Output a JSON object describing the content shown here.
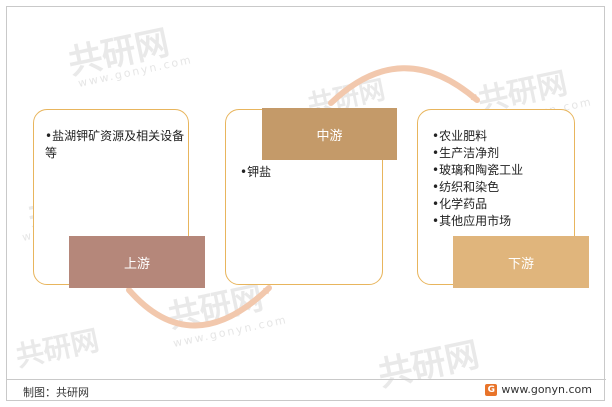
{
  "watermark": {
    "text": "共研网",
    "url": "www.gonyn.com"
  },
  "colors": {
    "border": "#e8b55d",
    "upstream": "#b5877a",
    "midstream": "#c49a69",
    "downstream": "#e0b57c",
    "arrow": "#f2c8ad"
  },
  "upstream": {
    "label": "上游",
    "items": [
      "•盐湖钾矿资源及相关设备等"
    ]
  },
  "midstream": {
    "label": "中游",
    "items": [
      "•钾盐"
    ]
  },
  "downstream": {
    "label": "下游",
    "items": [
      "•农业肥料",
      "•生产洁净剂",
      "•玻璃和陶瓷工业",
      "•纺织和染色",
      "•化学药品",
      "•其他应用市场"
    ]
  },
  "footer": {
    "source": "制图：共研网",
    "logo_letter": "G",
    "site": "www.gonyn.com"
  }
}
